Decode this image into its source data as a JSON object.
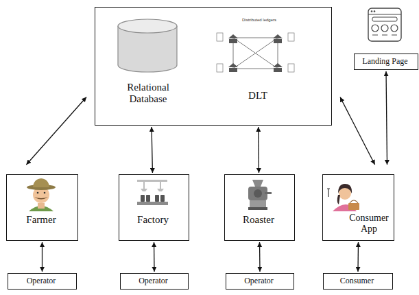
{
  "diagram": {
    "nodes": [
      {
        "text": [
          "Relational Database",
          "DLT"
        ]
      },
      {
        "text": [
          "Landing Page"
        ]
      },
      {
        "text": [
          "Farmer"
        ]
      },
      {
        "text": [
          "Factory"
        ]
      },
      {
        "text": [
          "Roaster"
        ]
      },
      {
        "text": [
          "Consumer App"
        ]
      },
      {
        "text": [
          "Operator"
        ]
      },
      {
        "text": [
          "Operator"
        ]
      },
      {
        "text": [
          "Operator"
        ]
      },
      {
        "text": [
          "Consumer"
        ]
      }
    ],
    "edges": [
      {
        "from": 0,
        "to": 2,
        "arrow": "both"
      },
      {
        "from": 0,
        "to": 3,
        "arrow": "both"
      },
      {
        "from": 0,
        "to": 4,
        "arrow": "both"
      },
      {
        "from": 0,
        "to": 5,
        "arrow": "both"
      },
      {
        "from": 1,
        "to": 5,
        "arrow": "both"
      },
      {
        "from": 2,
        "to": 6,
        "arrow": "both"
      },
      {
        "from": 3,
        "to": 7,
        "arrow": "both"
      },
      {
        "from": 4,
        "to": 8,
        "arrow": "both"
      },
      {
        "from": 5,
        "to": 9,
        "arrow": "both"
      }
    ],
    "labels": [
      "Distributed ledgers"
    ]
  }
}
